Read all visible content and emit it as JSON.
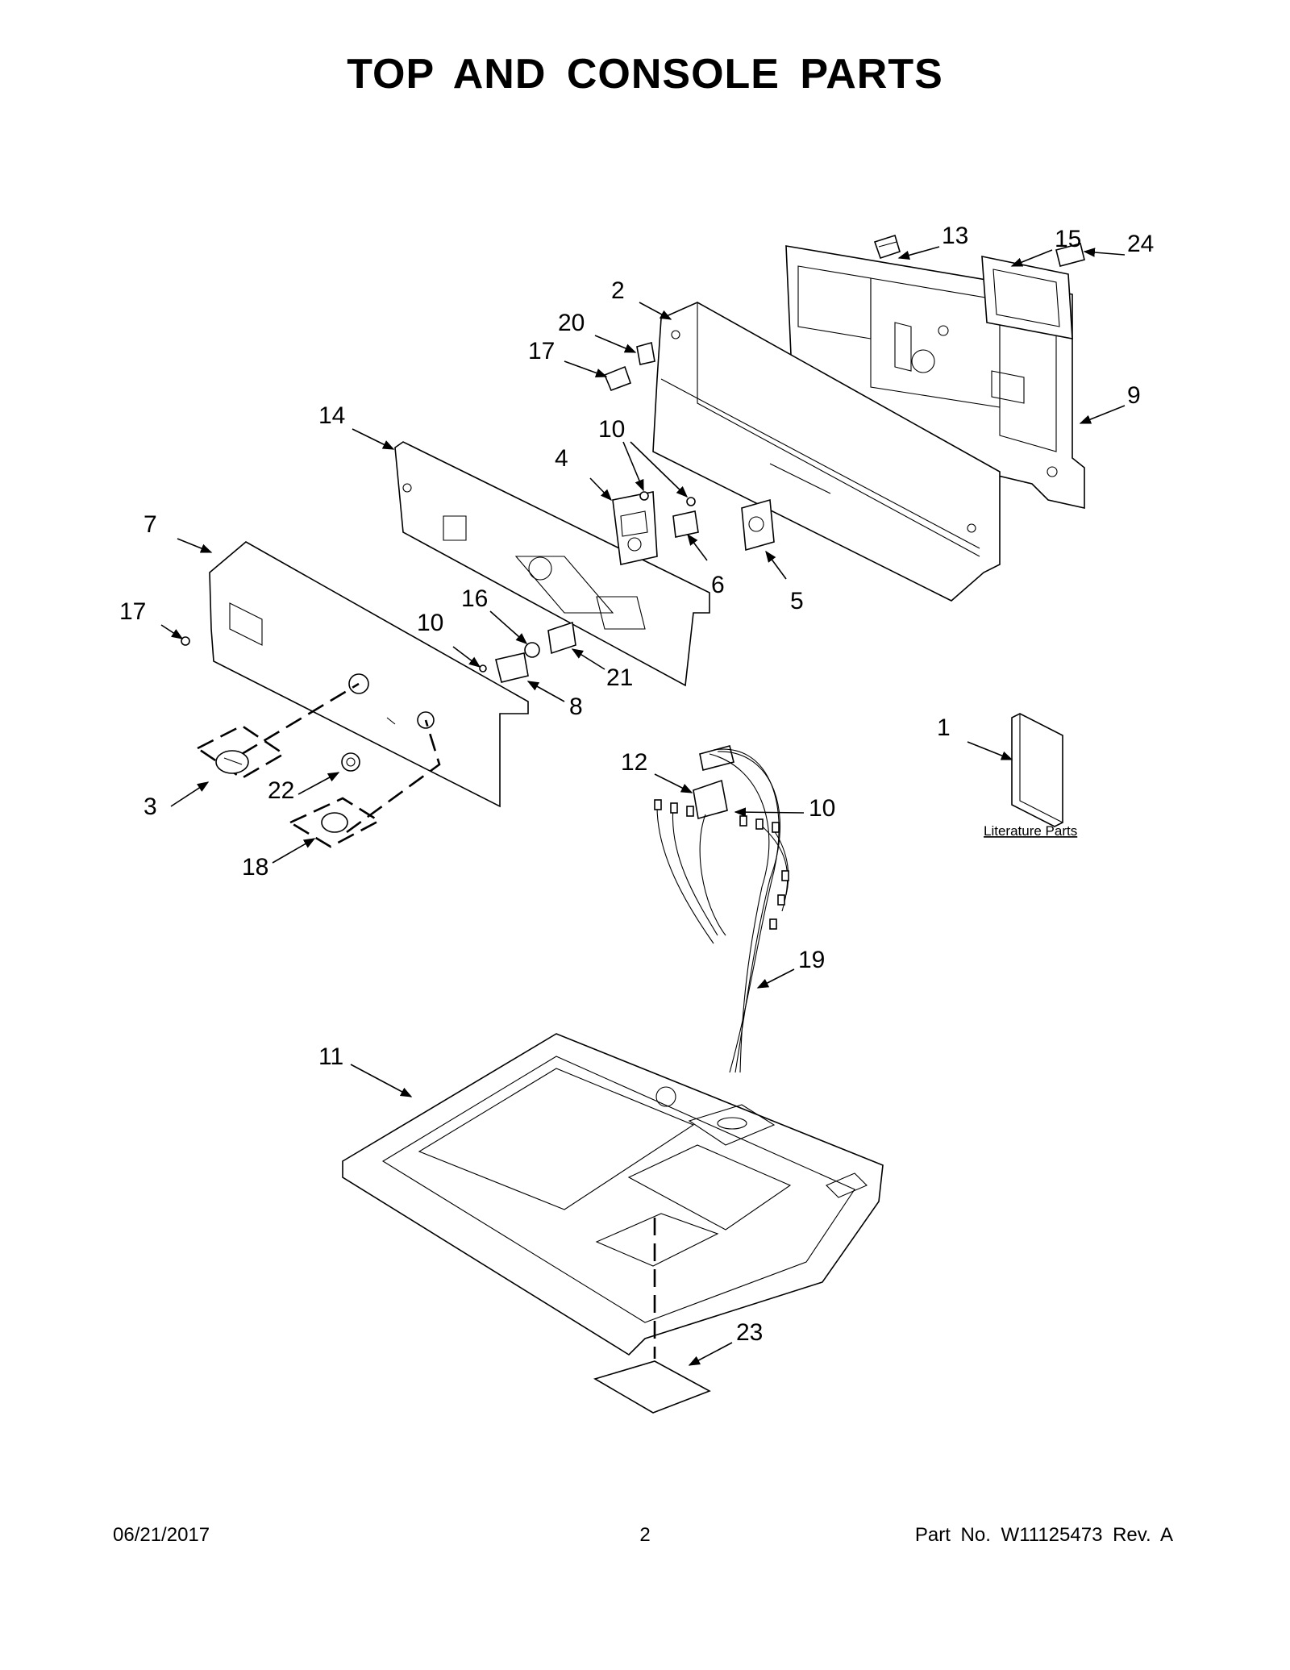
{
  "title": "TOP AND CONSOLE PARTS",
  "footer": {
    "date": "06/21/2017",
    "page_number": "2",
    "part_number": "Part No.  W11125473  Rev.  A"
  },
  "literature_label": "Literature Parts",
  "callouts": [
    {
      "id": "c13",
      "label": "13"
    },
    {
      "id": "c15",
      "label": "15"
    },
    {
      "id": "c24",
      "label": "24"
    },
    {
      "id": "c2",
      "label": "2"
    },
    {
      "id": "c20",
      "label": "20"
    },
    {
      "id": "c17a",
      "label": "17"
    },
    {
      "id": "c9",
      "label": "9"
    },
    {
      "id": "c14",
      "label": "14"
    },
    {
      "id": "c10a",
      "label": "10"
    },
    {
      "id": "c4",
      "label": "4"
    },
    {
      "id": "c7",
      "label": "7"
    },
    {
      "id": "c6",
      "label": "6"
    },
    {
      "id": "c5",
      "label": "5"
    },
    {
      "id": "c17b",
      "label": "17"
    },
    {
      "id": "c16",
      "label": "16"
    },
    {
      "id": "c10b",
      "label": "10"
    },
    {
      "id": "c21",
      "label": "21"
    },
    {
      "id": "c8",
      "label": "8"
    },
    {
      "id": "c1",
      "label": "1"
    },
    {
      "id": "c12",
      "label": "12"
    },
    {
      "id": "c10c",
      "label": "10"
    },
    {
      "id": "c3",
      "label": "3"
    },
    {
      "id": "c22",
      "label": "22"
    },
    {
      "id": "c18",
      "label": "18"
    },
    {
      "id": "c19",
      "label": "19"
    },
    {
      "id": "c11",
      "label": "11"
    },
    {
      "id": "c23",
      "label": "23"
    }
  ]
}
